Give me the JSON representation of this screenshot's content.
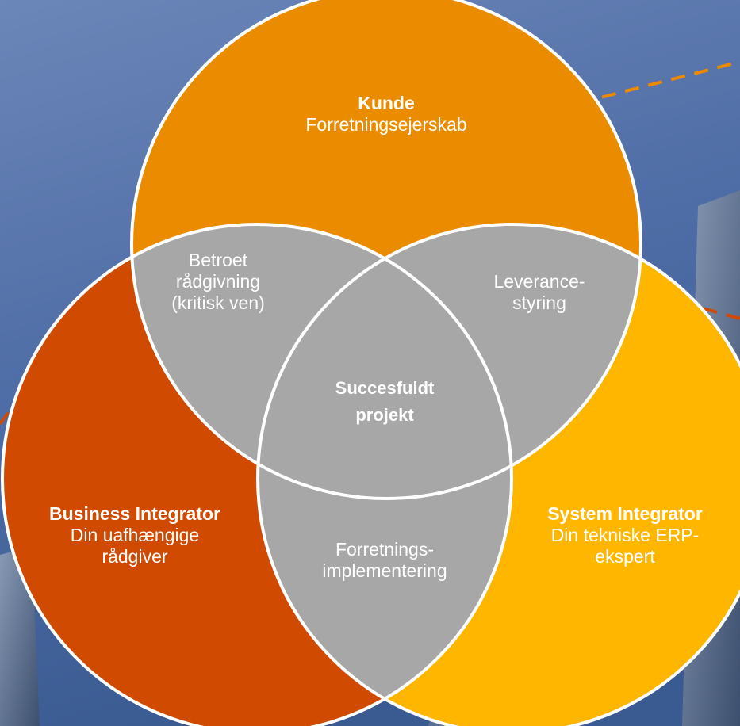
{
  "colors": {
    "sky_top": "#5a79b0",
    "sky_bottom": "#3e5c95",
    "kunde": "#eb8c00",
    "business": "#d04a02",
    "system": "#ffb600",
    "overlap": "#a7a7a7",
    "outline": "#ffffff",
    "dash_line": "#eb8c00"
  },
  "circles": {
    "kunde": {
      "title": "Kunde",
      "subtitle": "Forretningsejerskab"
    },
    "business": {
      "title": "Business Integrator",
      "subtitle_line1": "Din uafhængige",
      "subtitle_line2": "rådgiver"
    },
    "system": {
      "title": "System Integrator",
      "subtitle_line1": "Din tekniske ERP-",
      "subtitle_line2": "ekspert"
    }
  },
  "overlaps": {
    "kunde_business": {
      "line1": "Betroet",
      "line2": "rådgivning",
      "line3": "(kritisk ven)"
    },
    "kunde_system": {
      "line1": "Leverance-",
      "line2": "styring"
    },
    "business_system": {
      "line1": "Forretnings-",
      "line2": "implementering"
    },
    "center": {
      "line1": "Succesfuldt",
      "line2": "projekt"
    }
  }
}
